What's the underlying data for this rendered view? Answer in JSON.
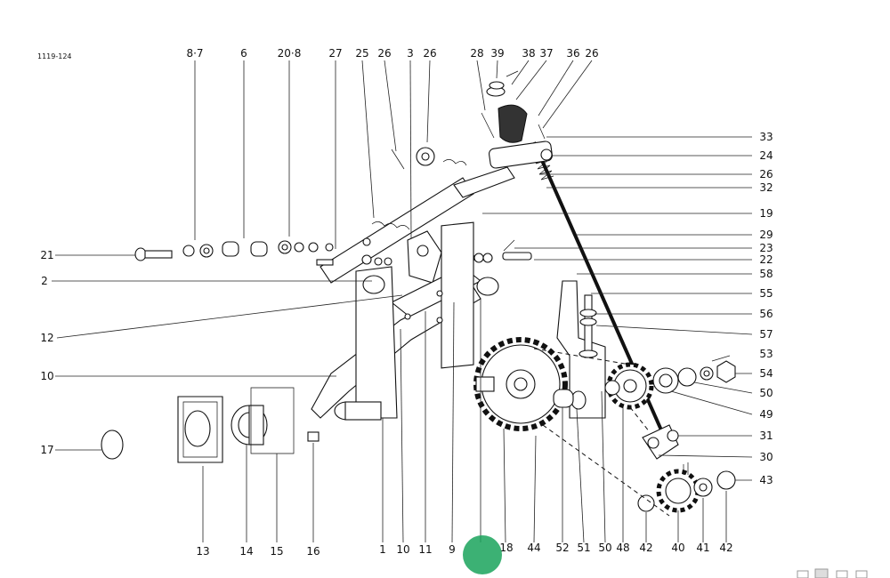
{
  "drawing_code": "1119-124",
  "labels": {
    "top": [
      "8·7",
      "6",
      "20·8",
      "27",
      "25",
      "26",
      "3",
      "26",
      "28",
      "39",
      "38",
      "37",
      "36",
      "26"
    ],
    "left": [
      "21",
      "2",
      "12",
      "10",
      "17"
    ],
    "right": [
      "33",
      "24",
      "26",
      "32",
      "19",
      "29",
      "23",
      "22",
      "58",
      "55",
      "56",
      "57",
      "53",
      "54",
      "50",
      "49",
      "31",
      "30",
      "43"
    ],
    "bottom": [
      "13",
      "14",
      "15",
      "16",
      "1",
      "10",
      "11",
      "9",
      "18",
      "44",
      "52",
      "51",
      "50",
      "48",
      "42",
      "40",
      "41",
      "42"
    ]
  },
  "marker_color": "#1aa35c"
}
